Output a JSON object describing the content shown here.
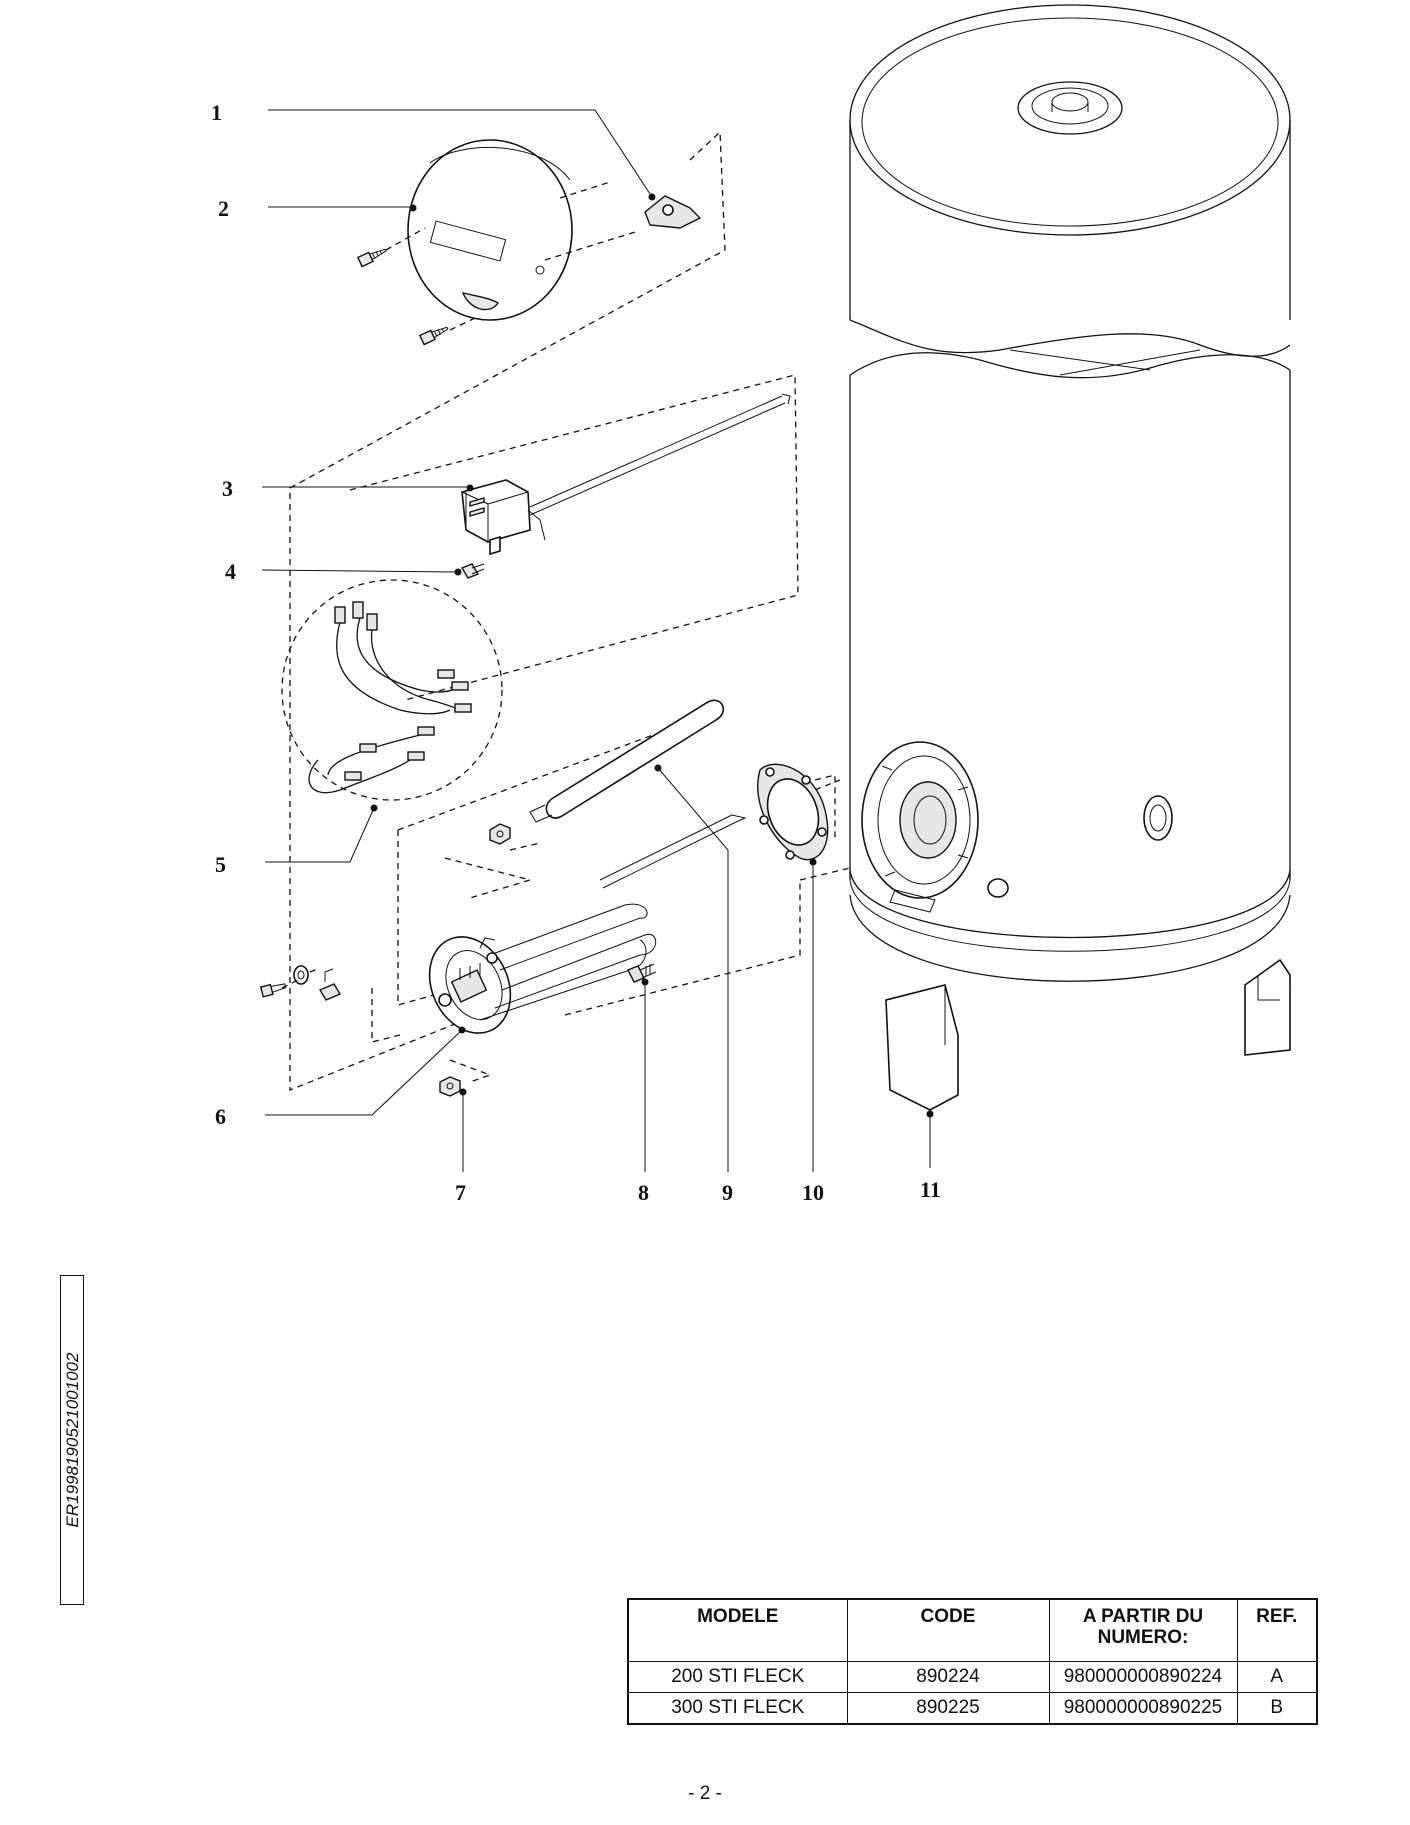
{
  "diagram": {
    "callouts": [
      "1",
      "2",
      "3",
      "4",
      "5",
      "6",
      "7",
      "8",
      "9",
      "10",
      "11"
    ]
  },
  "document_code": "ER1998190521001002",
  "table": {
    "headers": [
      "MODELE",
      "CODE",
      "A PARTIR DU NUMERO:",
      "REF."
    ],
    "rows": [
      [
        "200 STI FLECK",
        "890224",
        "980000000890224",
        "A"
      ],
      [
        "300 STI FLECK",
        "890225",
        "980000000890225",
        "B"
      ]
    ]
  },
  "page_number": "- 2 -"
}
